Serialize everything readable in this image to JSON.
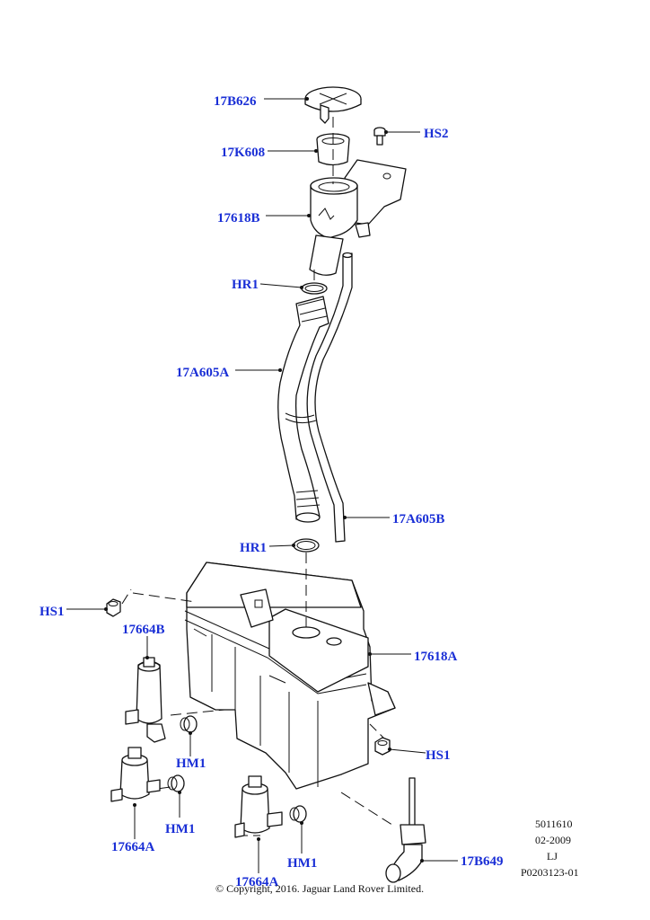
{
  "callouts": {
    "cap": "17B626",
    "strainer": "17K608",
    "filler_neck": "17618B",
    "bolt_top": "HS2",
    "clip_upper": "HR1",
    "hose": "17A605A",
    "tube": "17A605B",
    "clip_lower": "HR1",
    "bolt_left": "HS1",
    "reservoir": "17618A",
    "bolt_right": "HS1",
    "pump_upper": "17664B",
    "grommet_1": "HM1",
    "grommet_2": "HM1",
    "grommet_3": "HM1",
    "pump_lower_left": "17664A",
    "pump_lower_center": "17664A",
    "level_sensor": "17B649"
  },
  "reference": {
    "line1": "5011610",
    "line2": "02-2009",
    "line3": "LJ",
    "line4": "P0203123-01"
  },
  "copyright": "© Copyright, 2016. Jaguar Land Rover Limited.",
  "colors": {
    "callout_text": "#1a2fd6",
    "line_art": "#111111"
  }
}
